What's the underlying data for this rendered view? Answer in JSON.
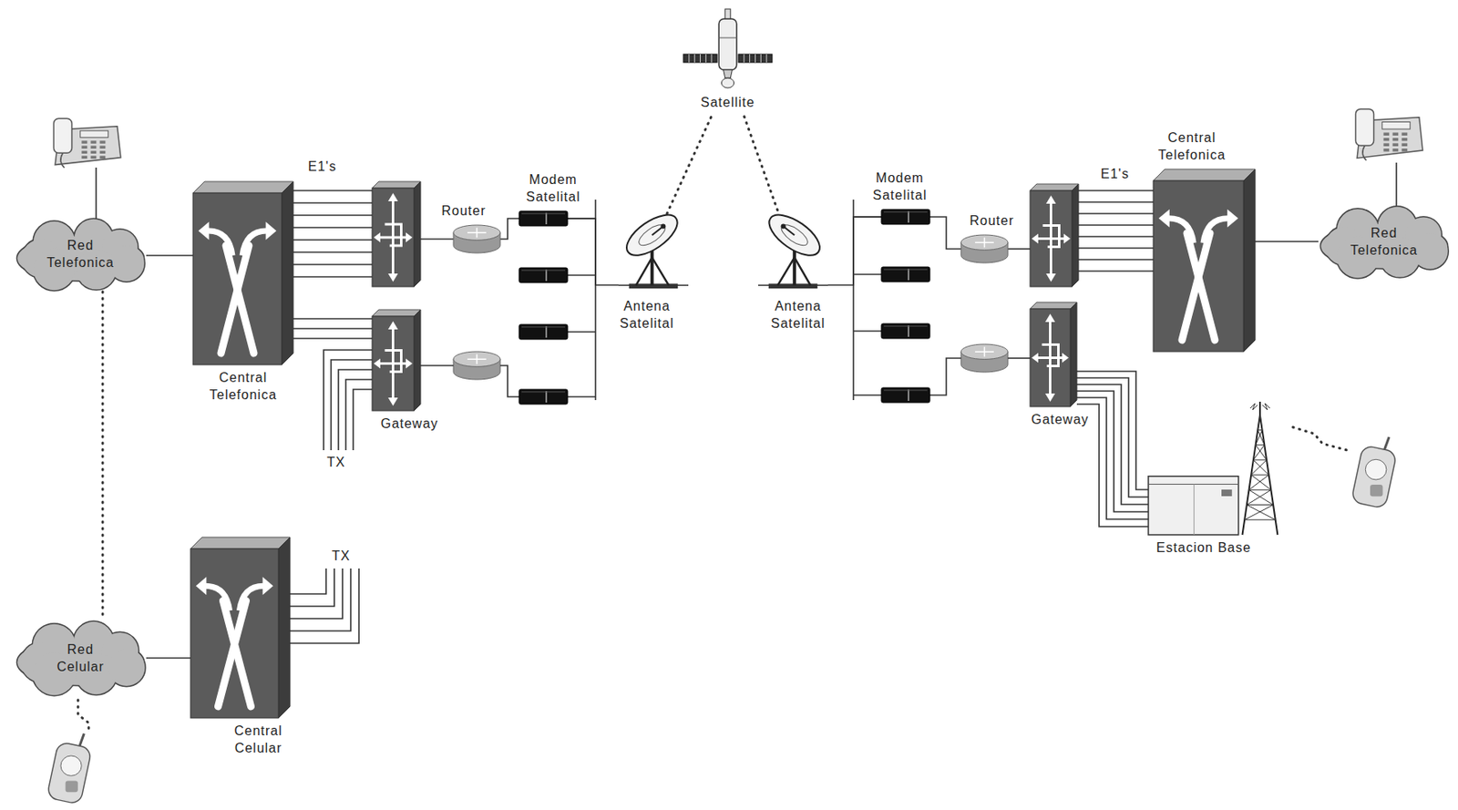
{
  "diagram": {
    "nodes": [
      {
        "text": [
          "Red Telefonica"
        ]
      },
      {
        "text": [
          "Central Telefonica"
        ]
      },
      {
        "text": [
          "Router"
        ]
      },
      {
        "text": [
          "Modem Satelital"
        ]
      },
      {
        "text": [
          "Antena Satelital"
        ]
      },
      {
        "text": [
          "Satellite"
        ]
      },
      {
        "text": [
          "Antena Satelital"
        ]
      },
      {
        "text": [
          "Modem Satelital"
        ]
      },
      {
        "text": [
          "Router"
        ]
      },
      {
        "text": [
          "Central Telefonica"
        ]
      },
      {
        "text": [
          "Red Telefonica"
        ]
      },
      {
        "text": [
          "Gateway"
        ]
      },
      {
        "text": [
          "Gateway"
        ]
      },
      {
        "text": [
          "Estacion Base"
        ]
      },
      {
        "text": [
          "Red Celular"
        ]
      },
      {
        "text": [
          "Central Celular"
        ]
      }
    ],
    "edges": [
      {
        "from": 0,
        "to": 1,
        "arrow": "none"
      },
      {
        "from": 1,
        "to": 11,
        "arrow": "none"
      },
      {
        "from": 2,
        "to": 3,
        "arrow": "none"
      },
      {
        "from": 3,
        "to": 4,
        "arrow": "none"
      },
      {
        "from": 4,
        "to": 5,
        "arrow": "none"
      },
      {
        "from": 5,
        "to": 6,
        "arrow": "none"
      },
      {
        "from": 6,
        "to": 7,
        "arrow": "none"
      },
      {
        "from": 7,
        "to": 8,
        "arrow": "none"
      },
      {
        "from": 9,
        "to": 10,
        "arrow": "none"
      },
      {
        "from": 12,
        "to": 13,
        "arrow": "none"
      },
      {
        "from": 0,
        "to": 14,
        "arrow": "none"
      },
      {
        "from": 14,
        "to": 15,
        "arrow": "none"
      }
    ],
    "labels": [
      "E1's",
      "E1's",
      "TX",
      "TX"
    ]
  }
}
